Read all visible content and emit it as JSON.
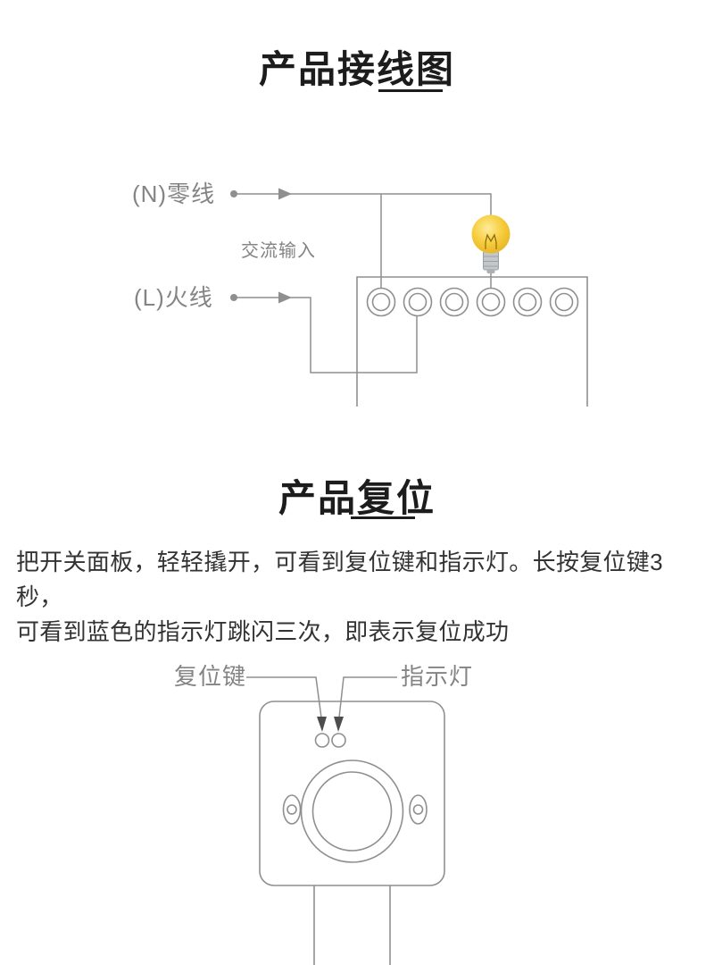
{
  "page": {
    "background": "#ffffff"
  },
  "colors": {
    "page_bg": "#ffffff",
    "diagram_gray": "#8f8f8f",
    "label_gray": "#848484",
    "title_color": "#1c1c1c",
    "body_text": "#333333",
    "arrow_dark": "#4d4d4d",
    "bulb_yellow": "#f3c937"
  },
  "icons": {
    "neutral_arrow": "arrow-right-icon",
    "live_arrow": "arrow-right-icon",
    "bulb": "light-bulb-icon",
    "reset_arrow": "arrow-down-icon",
    "indicator_arrow": "arrow-down-icon"
  },
  "wiring_section": {
    "title": "产品接线图",
    "neutral_label": "(N)零线",
    "ac_input_label": "交流输入",
    "live_label": "(L)火线"
  },
  "reset_section": {
    "title": "产品复位",
    "description_line1": "把开关面板，轻轻撬开，可看到复位键和指示灯。长按复位键3秒，",
    "description_line2": "可看到蓝色的指示灯跳闪三次，即表示复位成功",
    "reset_button_label": "复位键",
    "indicator_label": "指示灯"
  }
}
